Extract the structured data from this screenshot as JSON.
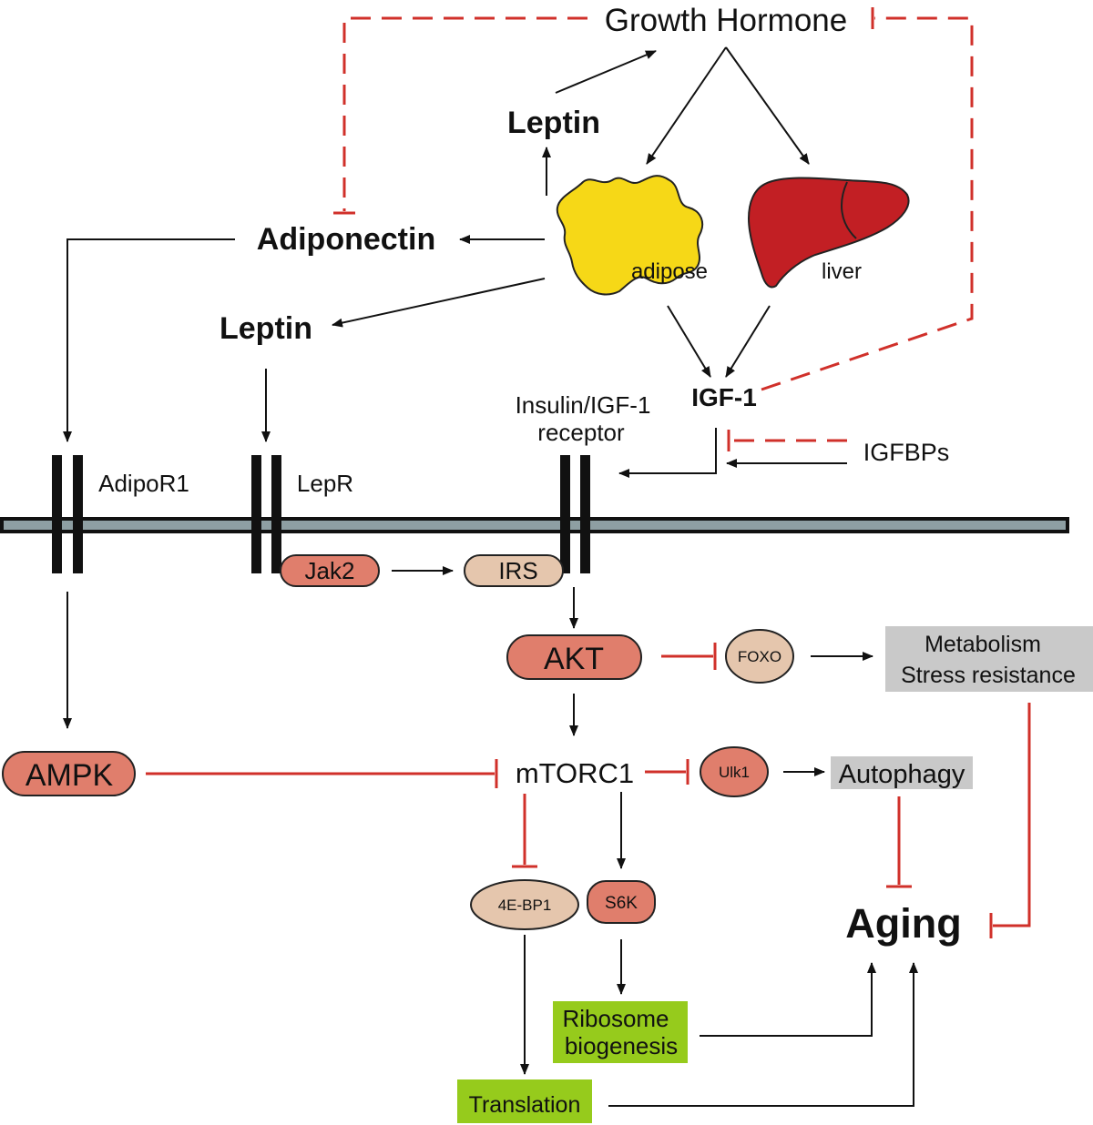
{
  "labels": {
    "growth_hormone": "Growth Hormone",
    "leptin_top": "Leptin",
    "adiponectin": "Adiponectin",
    "leptin_mid": "Leptin",
    "adipose": "adipose",
    "liver": "liver",
    "igf1": "IGF-1",
    "insulin_receptor_line1": "Insulin/IGF-1",
    "insulin_receptor_line2": "receptor",
    "igfbps": "IGFBPs",
    "adipor1": "AdipoR1",
    "lepr": "LepR",
    "jak2": "Jak2",
    "irs": "IRS",
    "akt": "AKT",
    "foxo": "FOXO",
    "metabolism": "Metabolism",
    "stress_resistance": "Stress resistance",
    "ampk": "AMPK",
    "mtorc1": "mTORC1",
    "ulk1": "Ulk1",
    "autophagy": "Autophagy",
    "eb4p1": "4E-BP1",
    "s6k": "S6K",
    "aging": "Aging",
    "ribosome_line1": "Ribosome",
    "ribosome_line2": "biogenesis",
    "translation": "Translation"
  },
  "colors": {
    "activation_arrow": "#111111",
    "inhibition": "#d0302a",
    "kinase_node": "#e07e6c",
    "substrate_node": "#e5c6ad",
    "phenotype_box_gray": "#c9c9c9",
    "phenotype_box_green": "#96cb1c",
    "adipose_tissue": "#f6d817",
    "liver_tissue": "#c21f24",
    "membrane": "#8e9fa3"
  }
}
